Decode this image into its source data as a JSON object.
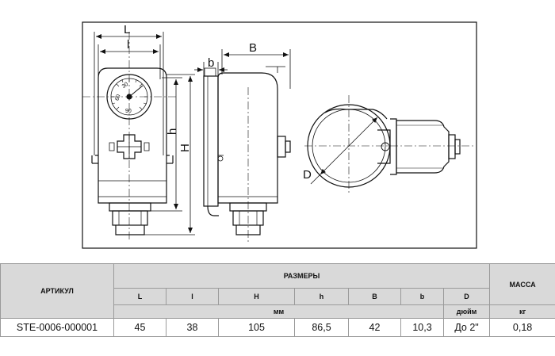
{
  "drawing": {
    "labels": {
      "L": "L",
      "l": "l",
      "H": "H",
      "h": "h",
      "B": "B",
      "b": "b",
      "D": "D"
    },
    "dial_marks": [
      "30",
      "60",
      "90"
    ]
  },
  "table": {
    "article_header": "АРТИКУЛ",
    "sizes_header": "РАЗМЕРЫ",
    "mass_header": "МАССА",
    "columns": [
      "L",
      "l",
      "H",
      "h",
      "B",
      "b",
      "D"
    ],
    "unit_mm": "мм",
    "unit_inch": "дюйм",
    "unit_kg": "кг",
    "row": {
      "article": "STE-0006-000001",
      "L": "45",
      "l": "38",
      "H": "105",
      "h": "86,5",
      "B": "42",
      "b": "10,3",
      "D": "До 2\"",
      "mass": "0,18"
    }
  }
}
